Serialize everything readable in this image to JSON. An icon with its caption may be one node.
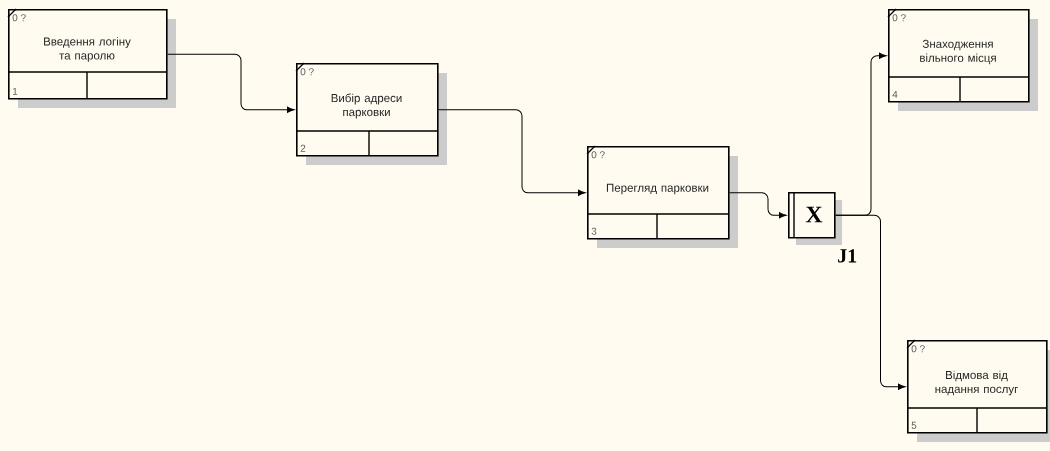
{
  "diagram": {
    "nodes": [
      {
        "text": [
          "0 ?",
          "Введення логіну та паролю",
          "1"
        ]
      },
      {
        "text": [
          "0 ?",
          "Вибір адреси парковки",
          "2"
        ]
      },
      {
        "text": [
          "0 ?",
          "Перегляд парковки",
          "3"
        ]
      },
      {
        "text": [
          "0 ?",
          "Знаходження вільного місця",
          "4"
        ]
      },
      {
        "text": [
          "0 ?",
          "Відмова від надання послуг",
          "5"
        ]
      },
      {
        "text": [
          "X"
        ],
        "beside": [
          "J1"
        ]
      }
    ],
    "edges": [
      {
        "from": 0,
        "to": 1,
        "arrow": "to"
      },
      {
        "from": 1,
        "to": 2,
        "arrow": "to"
      },
      {
        "from": 2,
        "to": 5,
        "arrow": "to"
      },
      {
        "from": 5,
        "to": 3,
        "arrow": "to"
      },
      {
        "from": 5,
        "to": 4,
        "arrow": "to"
      }
    ]
  }
}
